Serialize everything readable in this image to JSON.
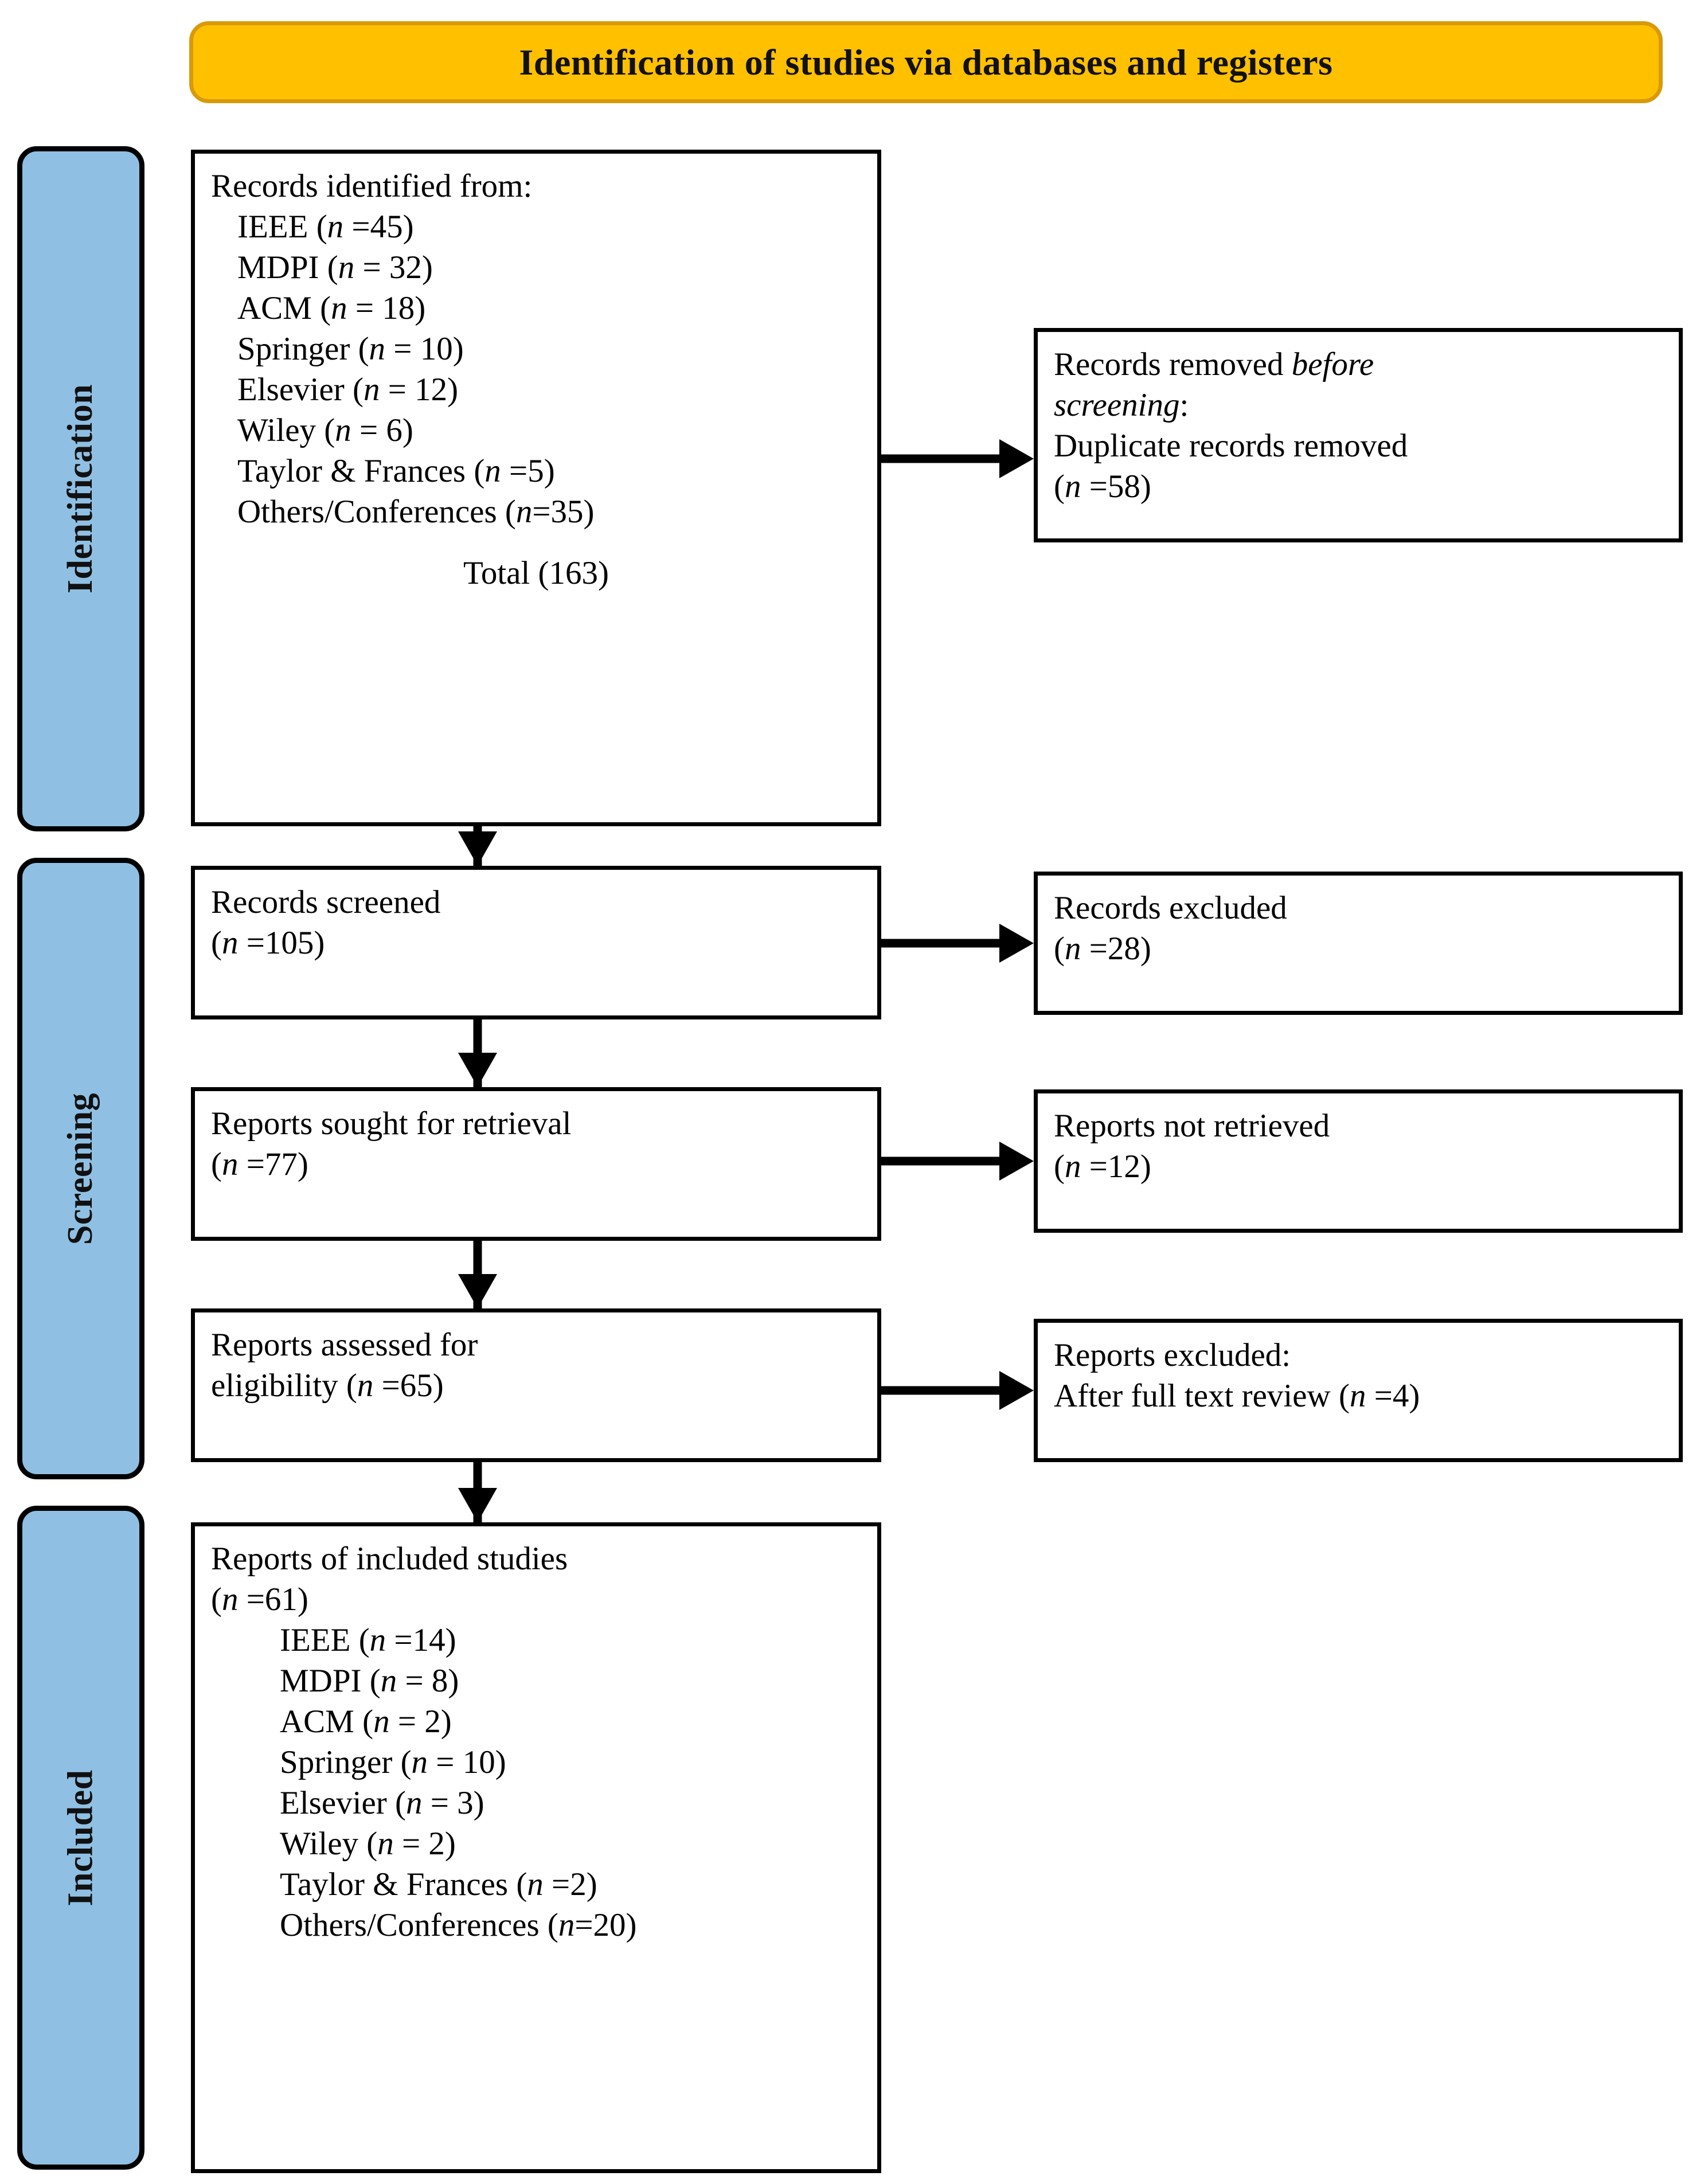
{
  "title": {
    "text": "Identification of studies via databases and registers"
  },
  "colors": {
    "banner_fill": "#FFC000",
    "banner_border": "#D89A0A",
    "phase_tab_fill": "#8FC0E3",
    "box_border": "#000000",
    "text": "#000000"
  },
  "phases": [
    {
      "id": "identification",
      "label": "Identification"
    },
    {
      "id": "screening",
      "label": "Screening"
    },
    {
      "id": "included",
      "label": "Included"
    }
  ],
  "boxes": {
    "identified": {
      "header": "Records identified from:",
      "sources": [
        {
          "name": "IEEE",
          "n_text": "(n =45)"
        },
        {
          "name": "MDPI",
          "n_text": "(n = 32)"
        },
        {
          "name": "ACM",
          "n_text": "(n = 18)"
        },
        {
          "name": "Springer",
          "n_text": "(n = 10)"
        },
        {
          "name": "Elsevier",
          "n_text": "(n = 12)"
        },
        {
          "name": "Wiley",
          "n_text": "(n = 6)"
        },
        {
          "name": "Taylor & Frances",
          "n_text": "(n =5)"
        },
        {
          "name": "Others/Conferences",
          "n_text": "(n=35)"
        }
      ],
      "total": "Total (163)"
    },
    "removed": {
      "line1_pre": "Records removed ",
      "line1_em": "before",
      "line2_em": "screening",
      "line2_post": ":",
      "line3": "Duplicate records removed",
      "line4_pre": "(",
      "line4_em": "n",
      "line4_post": " =58)"
    },
    "screened": {
      "line1": "Records screened",
      "n_text": "(n =105)"
    },
    "excluded_recs": {
      "line1": "Records excluded",
      "n_text": "(n =28)"
    },
    "sought": {
      "line1": "Reports sought for retrieval",
      "n_text": "(n =77)"
    },
    "not_retrieved": {
      "line1": "Reports not retrieved",
      "n_text": "(n =12)"
    },
    "assessed": {
      "line1": "Reports assessed for",
      "line2_pre": "eligibility (",
      "line2_em": "n",
      "line2_post": " =65)"
    },
    "excluded_reps": {
      "line1": "Reports excluded:",
      "line2_pre": "After full text review (",
      "line2_em": "n",
      "line2_post": " =4)"
    },
    "included": {
      "header": "Reports of included studies",
      "n_text": "(n =61)",
      "sources": [
        {
          "name": "IEEE",
          "n_text": "(n =14)"
        },
        {
          "name": "MDPI",
          "n_text": "(n = 8)"
        },
        {
          "name": "ACM",
          "n_text": "(n = 2)"
        },
        {
          "name": "Springer",
          "n_text": "(n = 10)"
        },
        {
          "name": "Elsevier",
          "n_text": "(n = 3)"
        },
        {
          "name": "Wiley",
          "n_text": "(n = 2)"
        },
        {
          "name": "Taylor & Frances",
          "n_text": "(n =2)"
        },
        {
          "name": "Others/Conferences",
          "n_text": "(n=20)"
        }
      ]
    }
  },
  "arrows": {
    "h1_label": "identified-to-removed",
    "h2_label": "screened-to-excluded",
    "h3_label": "sought-to-not-retrieved",
    "h4_label": "assessed-to-excluded",
    "v1_label": "identified-to-screened",
    "v2_label": "screened-to-sought",
    "v3_label": "sought-to-assessed",
    "v4_label": "assessed-to-included"
  }
}
